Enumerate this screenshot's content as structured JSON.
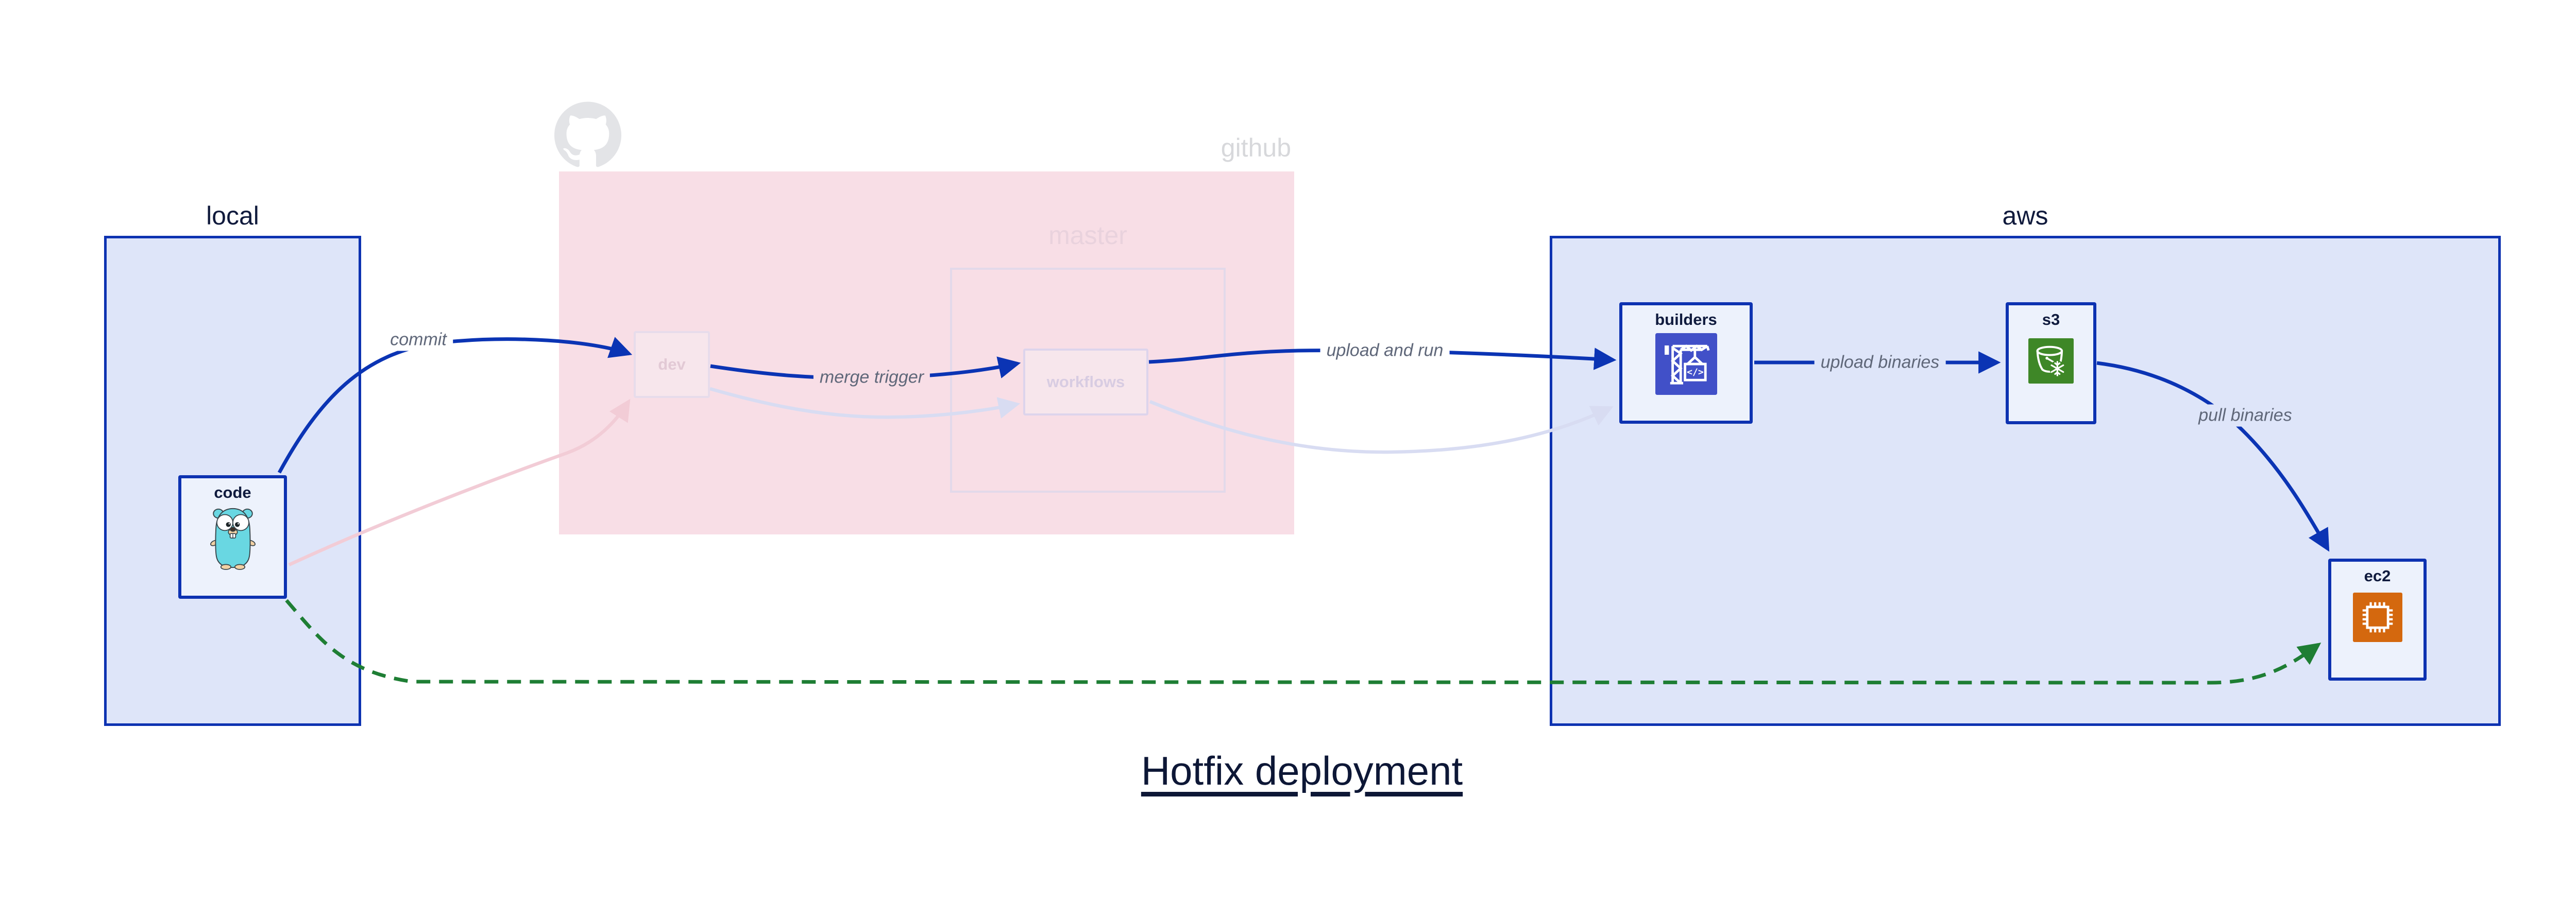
{
  "title": "Hotfix deployment",
  "containers": {
    "local": {
      "label": "local"
    },
    "github": {
      "label": "github"
    },
    "master": {
      "label": "master"
    },
    "aws": {
      "label": "aws"
    }
  },
  "nodes": {
    "code": {
      "label": "code",
      "icon": "go-gopher-icon"
    },
    "dev": {
      "label": "dev"
    },
    "workflows": {
      "label": "workflows"
    },
    "builders": {
      "label": "builders",
      "icon": "aws-codebuild-icon"
    },
    "s3": {
      "label": "s3",
      "icon": "aws-s3-glacier-icon"
    },
    "ec2": {
      "label": "ec2",
      "icon": "aws-ec2-icon"
    }
  },
  "edges": {
    "commit": {
      "label": "commit",
      "style": "solid-blue"
    },
    "merge_trigger": {
      "label": "merge trigger",
      "style": "solid-blue"
    },
    "upload_and_run": {
      "label": "upload and run",
      "style": "solid-blue"
    },
    "upload_binaries": {
      "label": "upload binaries",
      "style": "solid-blue"
    },
    "pull_binaries": {
      "label": "pull binaries",
      "style": "solid-blue"
    },
    "hotfix_path": {
      "label": "",
      "style": "dashed-green"
    },
    "code_to_dev_faded": {
      "label": "",
      "style": "faded-pink"
    },
    "dev_to_workflows_faded": {
      "label": "",
      "style": "faded-lavender"
    },
    "workflows_to_builders_faded": {
      "label": "",
      "style": "faded-lavender"
    }
  },
  "colors": {
    "edge_blue": "#0b34b4",
    "node_border_blue": "#0d32b1",
    "container_fill_blue": "#dee5f9",
    "node_fill": "#edf2fc",
    "github_fill_pink": "#f8dee6",
    "hotfix_green": "#1e7e34",
    "faded_pink_edge": "#f2ccd6",
    "faded_lavender_edge": "#d8dcf2",
    "edge_label_gray": "#5f6779",
    "title_navy": "#0d1736",
    "codebuild_indigo": "#4150c8",
    "s3_green": "#3e8727",
    "ec2_orange": "#d4680e"
  }
}
